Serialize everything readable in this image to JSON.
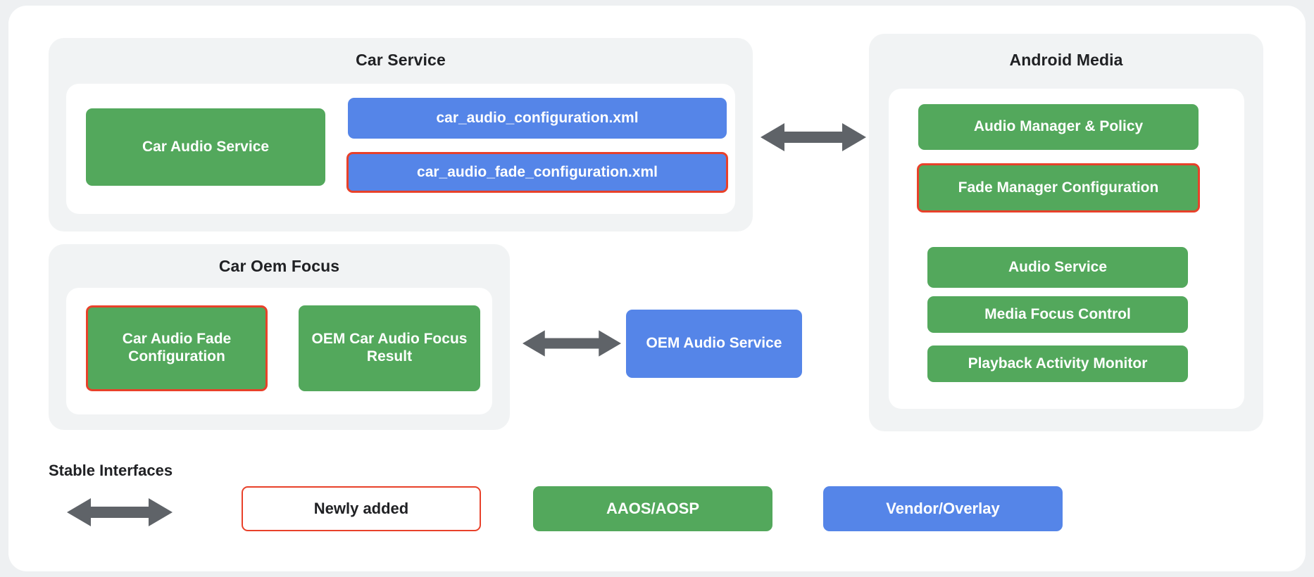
{
  "diagram": {
    "title_hidden": "",
    "groups": [
      {
        "id": "car-service",
        "title": "Car Service",
        "nodes": [
          {
            "label": "Car Audio Service",
            "type": "green",
            "highlight": false
          },
          {
            "label": "car_audio_configuration.xml",
            "type": "blue",
            "highlight": false
          },
          {
            "label": "car_audio_fade_configuration.xml",
            "type": "blue",
            "highlight": true
          }
        ]
      },
      {
        "id": "car-oem-focus",
        "title": "Car Oem Focus",
        "nodes": [
          {
            "label": "Car Audio Fade Configuration",
            "type": "green",
            "highlight": true
          },
          {
            "label": "OEM Car Audio Focus Result",
            "type": "green",
            "highlight": false
          }
        ]
      },
      {
        "id": "android-media",
        "title": "Android Media",
        "nodes": [
          {
            "label": "Audio Manager & Policy",
            "type": "green",
            "highlight": false
          },
          {
            "label": "Fade Manager Configuration",
            "type": "green",
            "highlight": true
          },
          {
            "label": "Audio Service",
            "type": "green",
            "highlight": false
          },
          {
            "label": "Media Focus Control",
            "type": "green",
            "highlight": false
          },
          {
            "label": "Playback Activity Monitor",
            "type": "green",
            "highlight": false
          }
        ]
      }
    ],
    "standalone_nodes": [
      {
        "id": "oem-audio-service",
        "label": "OEM Audio Service",
        "type": "blue",
        "highlight": false
      }
    ],
    "connectors": [
      {
        "id": "car-service-to-android-media",
        "style": "double-arrow"
      },
      {
        "id": "car-oem-focus-to-oem-audio-service",
        "style": "double-arrow"
      }
    ]
  },
  "legend": {
    "stable_interfaces_label": "Stable Interfaces",
    "items": [
      {
        "id": "newly-added",
        "label": "Newly added",
        "style": "outline-red"
      },
      {
        "id": "aaos-aosp",
        "label": "AAOS/AOSP",
        "style": "green"
      },
      {
        "id": "vendor-overlay",
        "label": "Vendor/Overlay",
        "style": "blue"
      }
    ]
  },
  "colors": {
    "green": "#53a85c",
    "blue": "#5585e8",
    "highlight_red": "#e8412a",
    "panel_grey": "#f1f3f4",
    "page_grey": "#eef0f2",
    "text_dark": "#202124",
    "arrow_grey": "#5f6368"
  }
}
